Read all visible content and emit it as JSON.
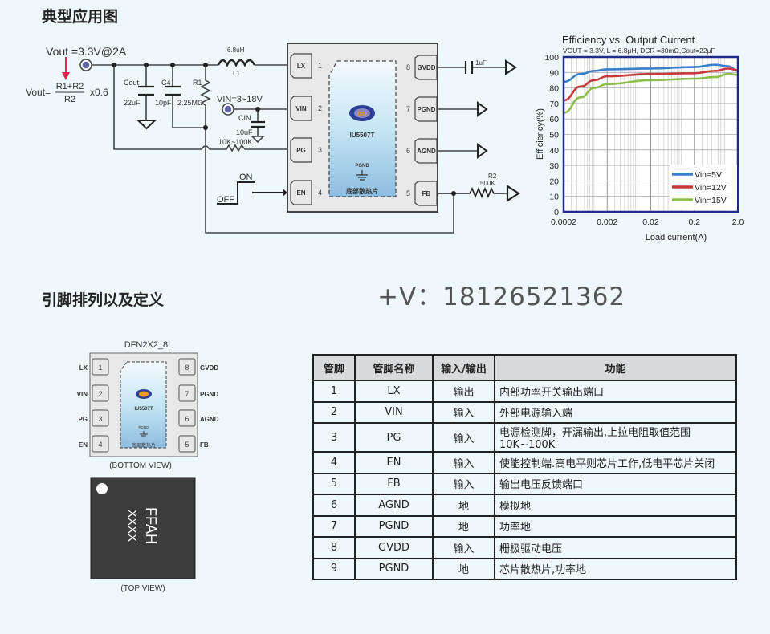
{
  "sections": {
    "app_title": "典型应用图",
    "pinout_title": "引脚排列以及定义",
    "contact": "+V：18126521362"
  },
  "schematic": {
    "vout_label": "Vout =3.3V@2A",
    "formula_lhs": "Vout=",
    "formula_num": "R1+R2",
    "formula_den": "R2",
    "formula_mult": "x0.6",
    "cout_name": "Cout",
    "cout_value": "22uF",
    "c4_name": "C4",
    "c4_value": "10pF",
    "r1_name": "R1",
    "r1_value": "2.25MΩ",
    "l1_value": "6.8uH",
    "l1_name": "L1",
    "vin_label": "VIN=3~18V",
    "cin_name": "CIN",
    "cin_value": "10uF",
    "pg_res_value": "10K~100K",
    "en_on": "ON",
    "en_off": "OFF",
    "gvdd_cap": "1uF",
    "r2_name": "R2",
    "r2_value": "500K",
    "chip_name": "IU5507T",
    "logo_text": "IXU",
    "pad_label": "PGND",
    "pad_caption": "底部散热片",
    "left_pins": [
      {
        "name": "LX",
        "num": "1"
      },
      {
        "name": "VIN",
        "num": "2"
      },
      {
        "name": "PG",
        "num": "3"
      },
      {
        "name": "EN",
        "num": "4"
      }
    ],
    "right_pins": [
      {
        "name": "GVDD",
        "num": "8"
      },
      {
        "name": "PGND",
        "num": "7"
      },
      {
        "name": "AGND",
        "num": "6"
      },
      {
        "name": "FB",
        "num": "5"
      }
    ]
  },
  "package": {
    "name": "DFN2X2_8L",
    "bottom_view": "(BOTTOM VIEW)",
    "top_view": "(TOP VIEW)",
    "marking_line1": "FFAH",
    "marking_line2": "XXXX"
  },
  "chart_data": {
    "type": "line",
    "title": "Efficiency vs. Output Current",
    "subtitle": "VOUT = 3.3V, L = 6.8μH, DCR =30mΩ,Cout=22μF",
    "xlabel": "Load current(A)",
    "ylabel": "Efficiency(%)",
    "xscale": "log",
    "xlim": [
      0.0002,
      2.0
    ],
    "ylim": [
      0,
      100
    ],
    "xticks": [
      "0.0002",
      "0.002",
      "0.02",
      "0.2",
      "2.0"
    ],
    "yticks": [
      "0",
      "10",
      "20",
      "30",
      "40",
      "50",
      "60",
      "70",
      "80",
      "90",
      "100"
    ],
    "grid": true,
    "legend": "bottom-right",
    "series": [
      {
        "name": "Vin=5V",
        "color": "#3a7fc8",
        "x": [
          0.0002,
          0.0005,
          0.001,
          0.002,
          0.02,
          0.2,
          0.6,
          1.2,
          2.0
        ],
        "y": [
          84,
          89,
          91,
          92,
          92.5,
          93.5,
          95,
          94,
          91
        ]
      },
      {
        "name": "Vin=12V",
        "color": "#c83a3a",
        "x": [
          0.0002,
          0.0005,
          0.001,
          0.002,
          0.02,
          0.2,
          0.6,
          1.2,
          2.0
        ],
        "y": [
          72,
          81,
          85,
          87.5,
          89,
          89.5,
          91,
          92.5,
          91.5
        ]
      },
      {
        "name": "Vin=15V",
        "color": "#8bbf4a",
        "x": [
          0.0002,
          0.0005,
          0.001,
          0.002,
          0.02,
          0.2,
          0.6,
          1.2,
          2.0
        ],
        "y": [
          64,
          74,
          80,
          82.5,
          85,
          86,
          87,
          89,
          88.5
        ]
      }
    ]
  },
  "pin_table": {
    "headers": [
      "管脚",
      "管脚名称",
      "输入/输出",
      "功能"
    ],
    "rows": [
      [
        "1",
        "LX",
        "输出",
        "内部功率开关输出端口"
      ],
      [
        "2",
        "VIN",
        "输入",
        "外部电源输入端"
      ],
      [
        "3",
        "PG",
        "输入",
        "电源检测脚，开漏输出,上拉电阻取值范围10K~100K"
      ],
      [
        "4",
        "EN",
        "输入",
        "使能控制端.高电平则芯片工作,低电平芯片关闭"
      ],
      [
        "5",
        "FB",
        "输入",
        "输出电压反馈端口"
      ],
      [
        "6",
        "AGND",
        "地",
        "模拟地"
      ],
      [
        "7",
        "PGND",
        "地",
        "功率地"
      ],
      [
        "8",
        "GVDD",
        "输入",
        "栅极驱动电压"
      ],
      [
        "9",
        "PGND",
        "地",
        "芯片散热片,功率地"
      ]
    ]
  }
}
